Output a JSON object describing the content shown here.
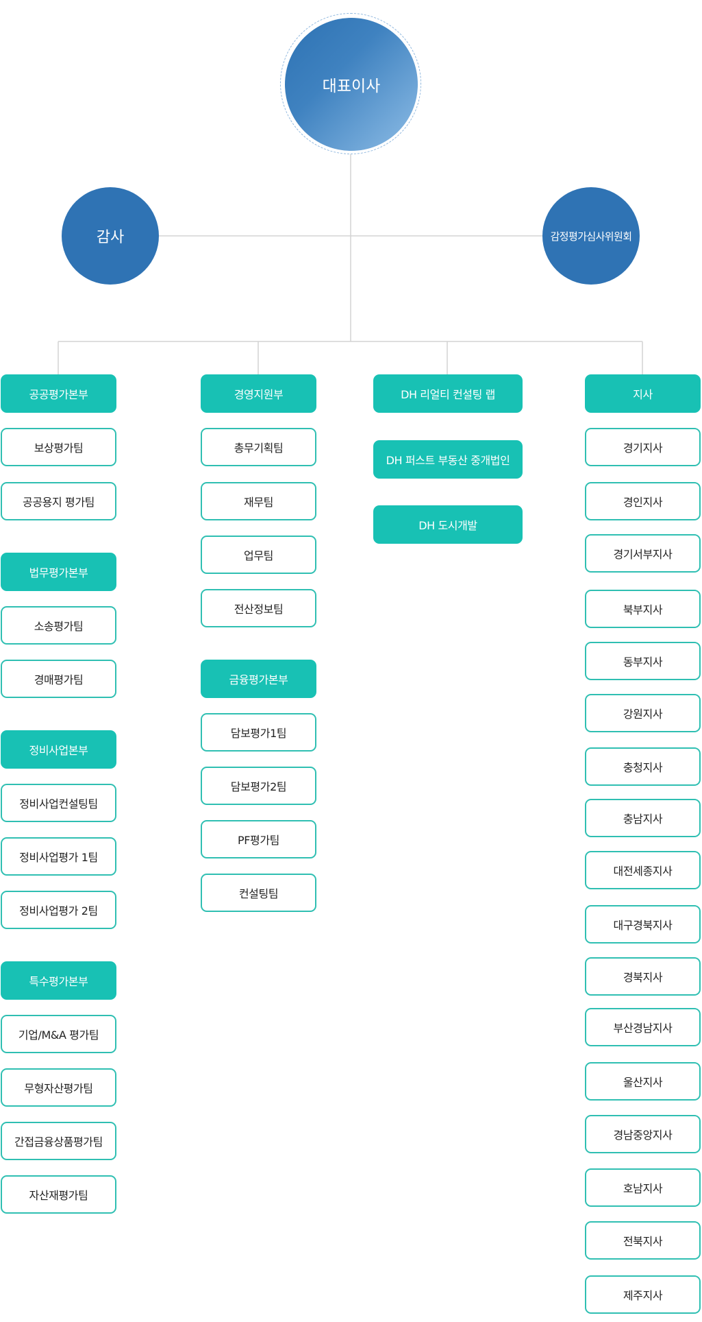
{
  "chart": {
    "ceo": "대표이사",
    "audit": "감사",
    "committee": "감정평가심사위원회"
  },
  "divisions": {
    "public": {
      "title": "공공평가본부",
      "teams": [
        "보상평가팀",
        "공공용지 평가팀"
      ]
    },
    "legal": {
      "title": "법무평가본부",
      "teams": [
        "소송평가팀",
        "경매평가팀"
      ]
    },
    "renewal": {
      "title": "정비사업본부",
      "teams": [
        "정비사업컨설팅팀",
        "정비사업평가 1팀",
        "정비사업평가 2팀"
      ]
    },
    "special": {
      "title": "특수평가본부",
      "teams": [
        "기업/M&A 평가팀",
        "무형자산평가팀",
        "간접금융상품평가팀",
        "자산재평가팀"
      ]
    },
    "management": {
      "title": "경영지원부",
      "teams": [
        "총무기획팀",
        "재무팀",
        "업무팀",
        "전산정보팀"
      ]
    },
    "finance": {
      "title": "금융평가본부",
      "teams": [
        "담보평가1팀",
        "담보평가2팀",
        "PF평가팀",
        "컨설팅팀"
      ]
    },
    "affiliates": [
      "DH 리얼티 컨설팅 랩",
      "DH 퍼스트 부동산 중개법인",
      "DH 도시개발"
    ],
    "branches": {
      "title": "지사",
      "items": [
        "경기지사",
        "경인지사",
        "경기서부지사",
        "북부지사",
        "동부지사",
        "강원지사",
        "충청지사",
        "충남지사",
        "대전세종지사",
        "대구경북지사",
        "경북지사",
        "부산경남지사",
        "울산지사",
        "경남중앙지사",
        "호남지사",
        "전북지사",
        "제주지사"
      ]
    }
  }
}
